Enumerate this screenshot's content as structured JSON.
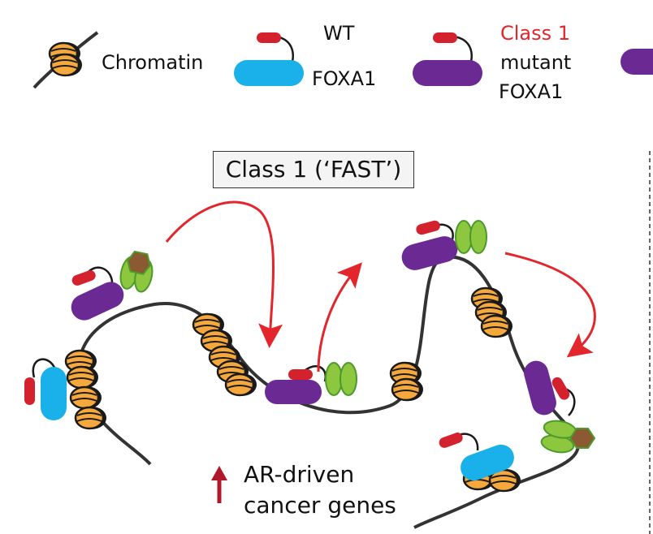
{
  "legend": {
    "chromatin_label": "Chromatin",
    "wt_label_1": "WT",
    "wt_label_2": "FOXA1",
    "class1_label_1": "Class 1",
    "class1_label_2": "mutant",
    "class1_label_3": "FOXA1"
  },
  "panel": {
    "title": "Class 1 (‘FAST’)",
    "outcome_line_1": "AR-driven",
    "outcome_line_2": "cancer genes"
  },
  "colors": {
    "nucleosome": "#f5a83b",
    "wt_foxa1": "#1ab1ea",
    "mutant_foxa1": "#6b2a93",
    "foxa1_tail": "#d3212d",
    "ar": "#8dc63f",
    "ligand": "#8b5a32",
    "arrow": "#e3262b",
    "up_arrow": "#b2182b",
    "dna": "#333333"
  }
}
